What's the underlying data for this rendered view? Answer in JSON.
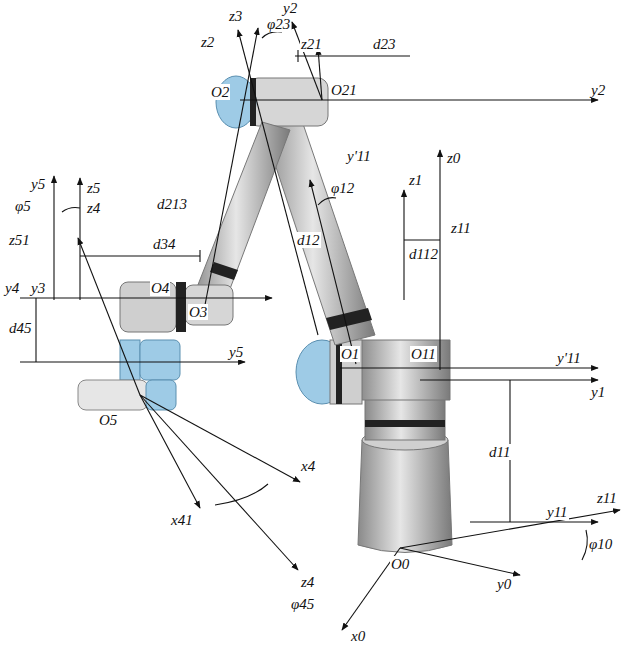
{
  "diagram": {
    "labels": [
      "y2",
      "z3",
      "φ23",
      "z2",
      "z21",
      "d23",
      "O2",
      "O21",
      "y2",
      "y'11",
      "z1",
      "z0",
      "φ12",
      "y5",
      "z5",
      "z4",
      "d213",
      "φ5",
      "z51",
      "d34",
      "d12",
      "z11",
      "d112",
      "y4",
      "y3",
      "O4",
      "O3",
      "d45",
      "y5",
      "O5",
      "O1",
      "O11",
      "y'11",
      "y1",
      "d11",
      "y11",
      "z11",
      "φ10",
      "O0",
      "y0",
      "x4",
      "x41",
      "z4",
      "φ45",
      "x0"
    ]
  }
}
